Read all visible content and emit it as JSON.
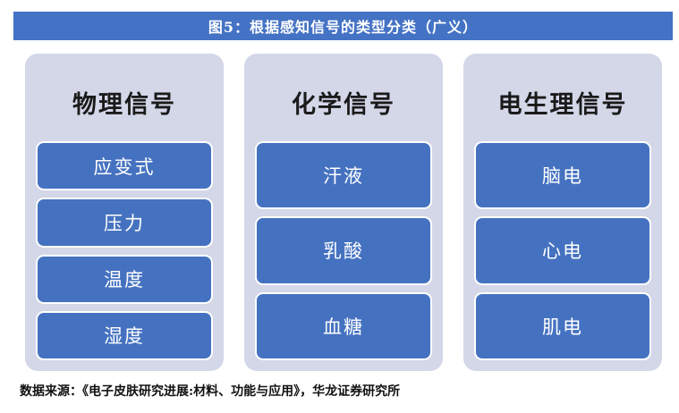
{
  "figure": {
    "title": "图5：根据感知信号的类型分类（广义）",
    "source_line": "数据来源：《电子皮肤研究进展:材料、功能与应用》，华龙证券研究所",
    "colors": {
      "banner_blue": "#4472C4",
      "panel_background": "#D3D7E8",
      "item_blue": "#4572C0",
      "item_border": "#FFFFFF",
      "page_background": "#FFFFFF",
      "title_text": "#FFFFFF",
      "header_text": "#1A1A1A",
      "item_text": "#FFFFFF",
      "footer_text": "#111111"
    }
  },
  "columns": [
    {
      "header": "物理信号",
      "items": [
        {
          "label": "应变式"
        },
        {
          "label": "压力"
        },
        {
          "label": "温度"
        },
        {
          "label": "湿度"
        }
      ]
    },
    {
      "header": "化学信号",
      "items": [
        {
          "label": "汗液"
        },
        {
          "label": "乳酸"
        },
        {
          "label": "血糖"
        }
      ]
    },
    {
      "header": "电生理信号",
      "items": [
        {
          "label": "脑电"
        },
        {
          "label": "心电"
        },
        {
          "label": "肌电"
        }
      ]
    }
  ]
}
